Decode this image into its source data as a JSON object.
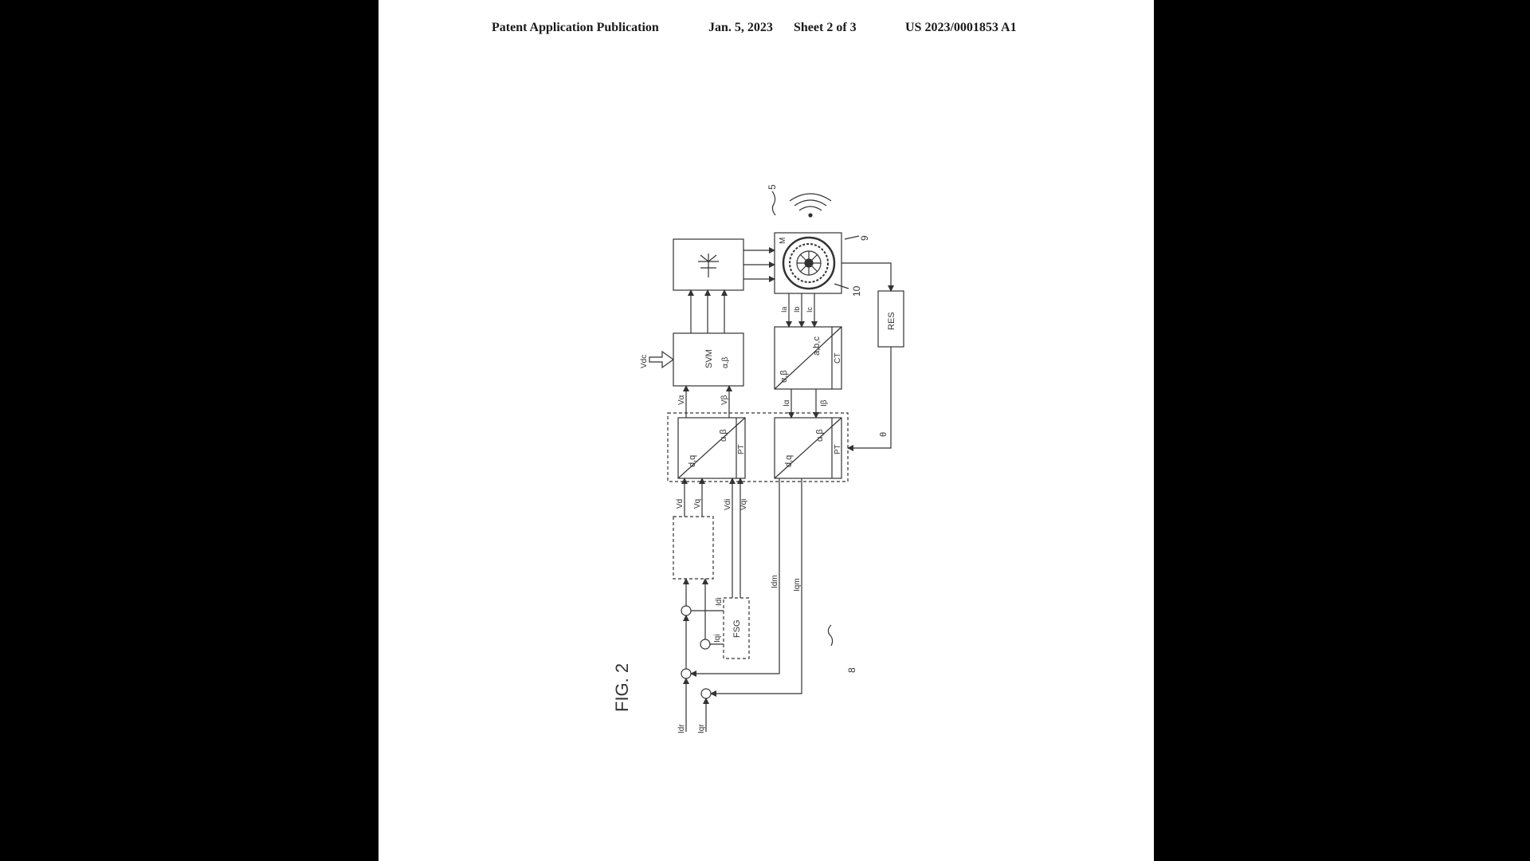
{
  "header": {
    "publication": "Patent Application Publication",
    "date": "Jan. 5, 2023",
    "sheet": "Sheet 2 of 3",
    "number": "US 2023/0001853 A1"
  },
  "figure": {
    "fig_label": "FIG. 2",
    "ref_5": "5",
    "ref_8": "8",
    "ref_9": "9",
    "ref_10": "10",
    "inverter_symbol": "inverter-transistor-icon",
    "svm_label": "SVM",
    "svm_sub": "α,β",
    "vdc_label": "Vdc",
    "dq": "d,q",
    "ab": "α,β",
    "abc": "a,b,c",
    "pt": "PT",
    "ct": "CT",
    "res": "RES",
    "fsg": "FSG",
    "theta": "θ",
    "v_alpha": "Vα",
    "v_beta": "Vβ",
    "v_d": "Vd",
    "v_q": "Vq",
    "v_di": "Vdi",
    "v_qi": "Vqi",
    "i_a": "Ia",
    "i_b": "Ib",
    "i_c": "Ic",
    "i_alpha": "Iα",
    "i_beta": "Iβ",
    "i_dm": "Idm",
    "i_qm": "Iqm",
    "i_di": "Idi",
    "i_qi": "Iqi",
    "i_dr": "Idr",
    "i_qr": "Iqr",
    "motor_m": "M"
  }
}
